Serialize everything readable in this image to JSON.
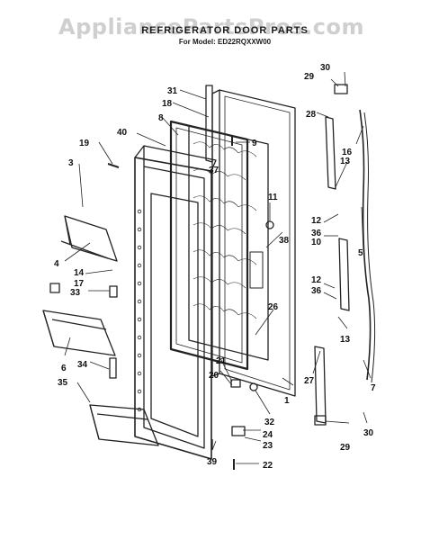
{
  "watermark": "AppliancePartsPros.com",
  "title": "REFRIGERATOR DOOR PARTS",
  "subtitle": "For Model: ED22RQXXW00",
  "colors": {
    "line": "#222222",
    "watermark": "#cfcfcf",
    "background": "#ffffff"
  },
  "callouts": [
    "1",
    "3",
    "4",
    "5",
    "6",
    "7",
    "8",
    "9",
    "10",
    "11",
    "12",
    "12",
    "13",
    "13",
    "14",
    "16",
    "17",
    "18",
    "19",
    "20",
    "21",
    "22",
    "23",
    "24",
    "26",
    "27",
    "28",
    "29",
    "29",
    "30",
    "30",
    "31",
    "32",
    "33",
    "34",
    "35",
    "36",
    "36",
    "37",
    "38",
    "39",
    "40"
  ]
}
